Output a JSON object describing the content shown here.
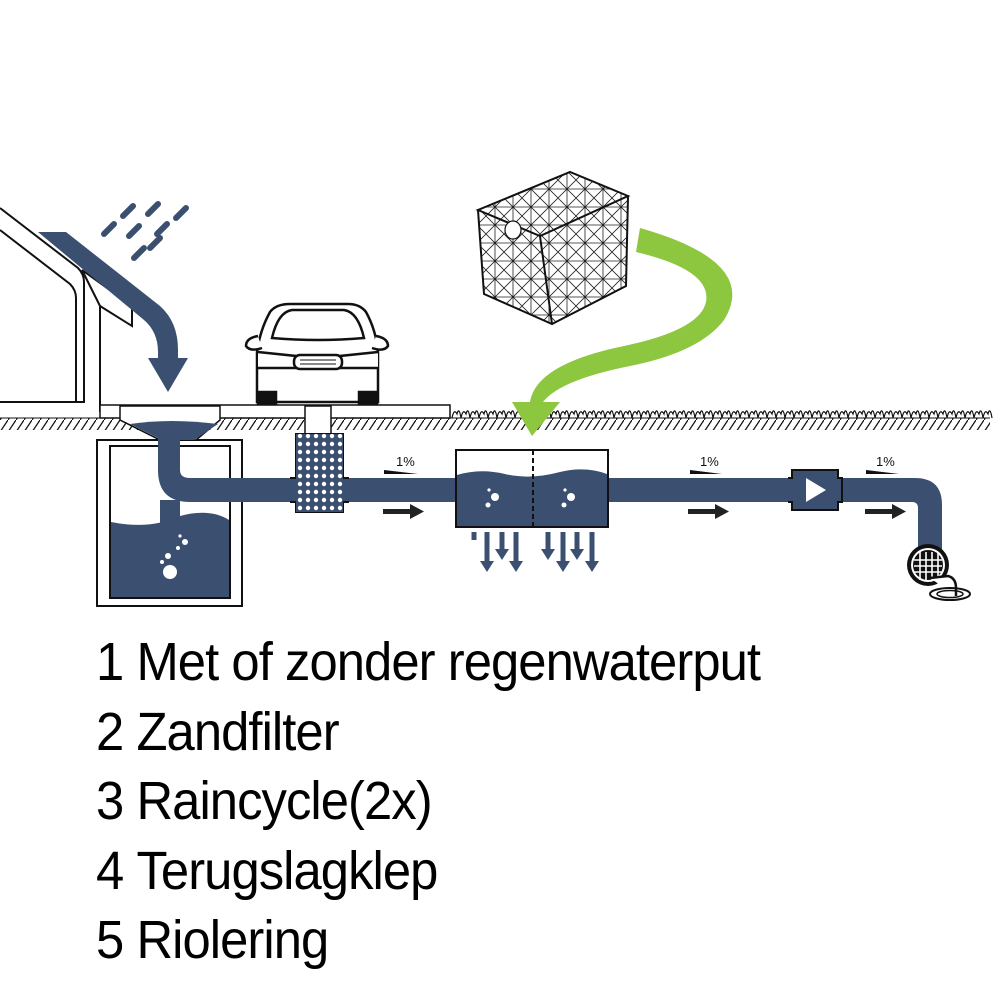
{
  "colors": {
    "water": "#3b5070",
    "green_arrow": "#8dc63f",
    "line": "#111111",
    "background": "#ffffff"
  },
  "slopes": [
    {
      "label": "1%",
      "segment": "after-sand-filter"
    },
    {
      "label": "1%",
      "segment": "after-raincycle"
    },
    {
      "label": "1%",
      "segment": "after-check-valve"
    }
  ],
  "icons": {
    "rain": "rain-drops-icon",
    "house": "house-icon",
    "car": "car-icon",
    "crate": "infiltration-crate-icon",
    "green_arrow": "curved-down-arrow-icon",
    "sand_filter": "sand-filter-icon",
    "check_valve": "check-valve-icon",
    "sewer": "sewer-drain-icon"
  },
  "legend": [
    {
      "num": "1",
      "label": "Met of zonder regenwaterput"
    },
    {
      "num": "2",
      "label": "Zandfilter"
    },
    {
      "num": "3",
      "label": "Raincycle(2x)"
    },
    {
      "num": "4",
      "label": "Terugslagklep"
    },
    {
      "num": "5",
      "label": "Riolering"
    }
  ]
}
